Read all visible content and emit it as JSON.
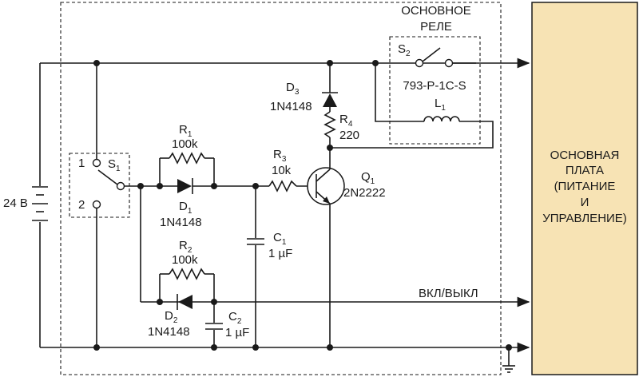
{
  "relay_title": [
    "ОСНОВНОЕ",
    "РЕЛЕ"
  ],
  "main_board": [
    "ОСНОВНАЯ",
    "ПЛАТА",
    "(ПИТАНИЕ",
    "И",
    "УПРАВЛЕНИЕ)"
  ],
  "supply": "24 В",
  "s1": {
    "label": "S",
    "sub": "1",
    "pin1": "1",
    "pin2": "2"
  },
  "s2": {
    "label": "S",
    "sub": "2"
  },
  "relay_part": "793-P-1C-S",
  "l1": {
    "label": "L",
    "sub": "1"
  },
  "d3": {
    "label": "D",
    "sub": "3",
    "part": "1N4148"
  },
  "r4": {
    "label": "R",
    "sub": "4",
    "value": "220"
  },
  "r1": {
    "label": "R",
    "sub": "1",
    "value": "100k"
  },
  "d1": {
    "label": "D",
    "sub": "1",
    "part": "1N4148"
  },
  "r3": {
    "label": "R",
    "sub": "3",
    "value": "10k"
  },
  "q1": {
    "label": "Q",
    "sub": "1",
    "part": "2N2222"
  },
  "c1": {
    "label": "C",
    "sub": "1",
    "value": "1 µF"
  },
  "r2": {
    "label": "R",
    "sub": "2",
    "value": "100k"
  },
  "d2": {
    "label": "D",
    "sub": "2",
    "part": "1N4148"
  },
  "c2": {
    "label": "C",
    "sub": "2",
    "value": "1 µF"
  },
  "onoff": "ВКЛ/ВЫКЛ",
  "colors": {
    "board_fill": "#f7e3b4",
    "line": "#1a1a1a"
  }
}
